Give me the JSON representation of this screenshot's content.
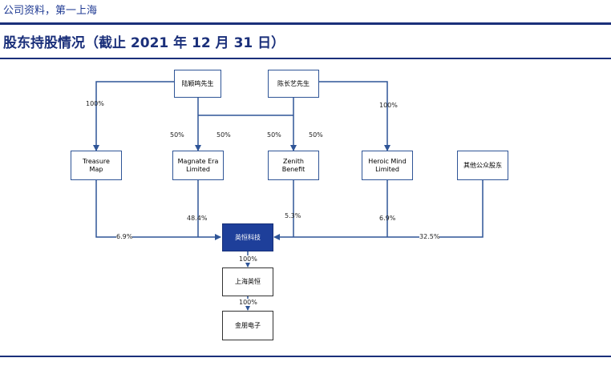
{
  "header": {
    "source": "公司资料，第一上海"
  },
  "title": "股东持股情况（截止 2021 年 12 月 31 日）",
  "nodes": {
    "lu": "陆颖鸣先生",
    "chen": "陈长艺先生",
    "treasure": "Treasure\nMap",
    "magnate": "Magnate Era\nLimited",
    "zenith": "Zenith\nBenefit",
    "heroic": "Heroic Mind\nLimited",
    "public": "其他公众股东",
    "yingheng": "英恒科技",
    "shanghai": "上海英恒",
    "jinpeng": "金朋电子"
  },
  "edge_labels": {
    "lu_treasure": "100%",
    "lu_magnate": "50%",
    "chen_magnate": "50%",
    "lu_zenith": "50%",
    "chen_zenith": "50%",
    "chen_heroic": "100%",
    "magnate_yingheng": "48.4%",
    "zenith_yingheng": "5.3%",
    "heroic_yingheng": "6.9%",
    "treasure_yingheng": "6.9%",
    "public_yingheng": "32.5%",
    "yingheng_shanghai": "100%",
    "shanghai_jinpeng": "100%"
  },
  "colors": {
    "accent": "#1a2f7a",
    "line": "#2f5597",
    "focus_fill": "#1e3f9a"
  }
}
